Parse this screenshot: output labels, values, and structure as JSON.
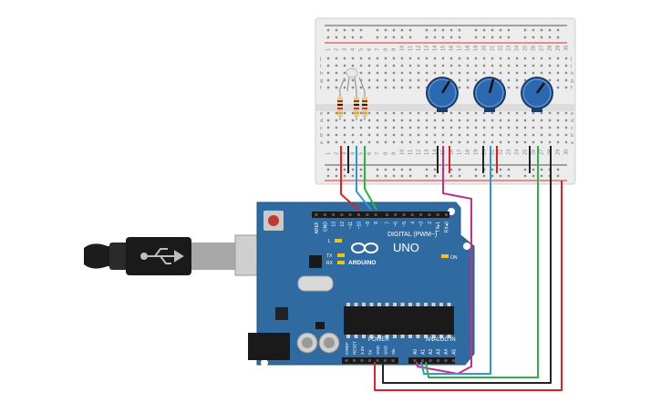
{
  "board": {
    "brand_text": "ARDUINO",
    "model_text": "UNO",
    "digital_header": "DIGITAL (PWM~)",
    "analog_header": "ANALOG IN",
    "power_header": "POWER",
    "on_label": "ON",
    "l_label": "L",
    "tx_label": "TX",
    "rx_label": "RX",
    "digital_pins": [
      "AREF",
      "GND",
      "13",
      "12",
      "~11",
      "~10",
      "~9",
      "8",
      "7",
      "~6",
      "~5",
      "4",
      "~3",
      "2",
      "TX▸1",
      "RX◂0"
    ],
    "power_pins": [
      "IOREF",
      "RESET",
      "3.3V",
      "5V",
      "GND",
      "GND",
      "Vin"
    ],
    "analog_pins": [
      "A0",
      "A1",
      "A2",
      "A3",
      "A4",
      "A5"
    ]
  },
  "breadboard": {
    "row_letters_top": [
      "j",
      "i",
      "h",
      "g",
      "f"
    ],
    "row_letters_bottom": [
      "e",
      "d",
      "c",
      "b",
      "a"
    ],
    "column_numbers": [
      "1",
      "2",
      "3",
      "4",
      "5",
      "6",
      "7",
      "8",
      "9",
      "10",
      "11",
      "12",
      "13",
      "14",
      "15",
      "16",
      "17",
      "18",
      "19",
      "20",
      "21",
      "22",
      "23",
      "24",
      "25",
      "26",
      "27",
      "28",
      "29",
      "30"
    ]
  },
  "colors": {
    "board_blue": "#2f6aa0",
    "wire_red": "#e02020",
    "wire_black": "#222222",
    "wire_blue": "#2a9ad6",
    "wire_green": "#2fb04a",
    "wire_magenta": "#c0308a",
    "knob_blue": "#2a68b0"
  }
}
